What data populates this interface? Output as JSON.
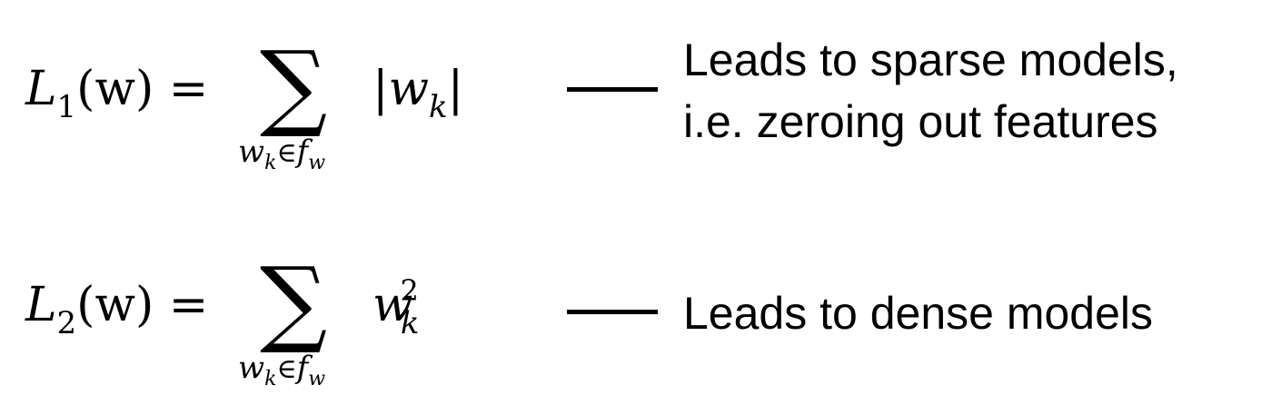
{
  "rows": [
    {
      "lhs_symbol": "L",
      "lhs_subscript": "1",
      "lhs_arg": "(w)",
      "equals": "=",
      "sum_symbol": "∑",
      "sum_index_var": "w",
      "sum_index_var_sub": "k",
      "sum_index_in": "∈",
      "sum_index_set": "f",
      "sum_index_set_sub": "w",
      "term_left_bar": "|",
      "term_var": "w",
      "term_sub": "k",
      "term_right_bar": "|",
      "description_lines": [
        "Leads to sparse models,",
        "i.e. zeroing out features"
      ]
    },
    {
      "lhs_symbol": "L",
      "lhs_subscript": "2",
      "lhs_arg": "(w)",
      "equals": "=",
      "sum_symbol": "∑",
      "sum_index_var": "w",
      "sum_index_var_sub": "k",
      "sum_index_in": "∈",
      "sum_index_set": "f",
      "sum_index_set_sub": "w",
      "term_var": "w",
      "term_sup": "2",
      "term_sub": "k",
      "description_lines": [
        "Leads to dense models"
      ]
    }
  ]
}
